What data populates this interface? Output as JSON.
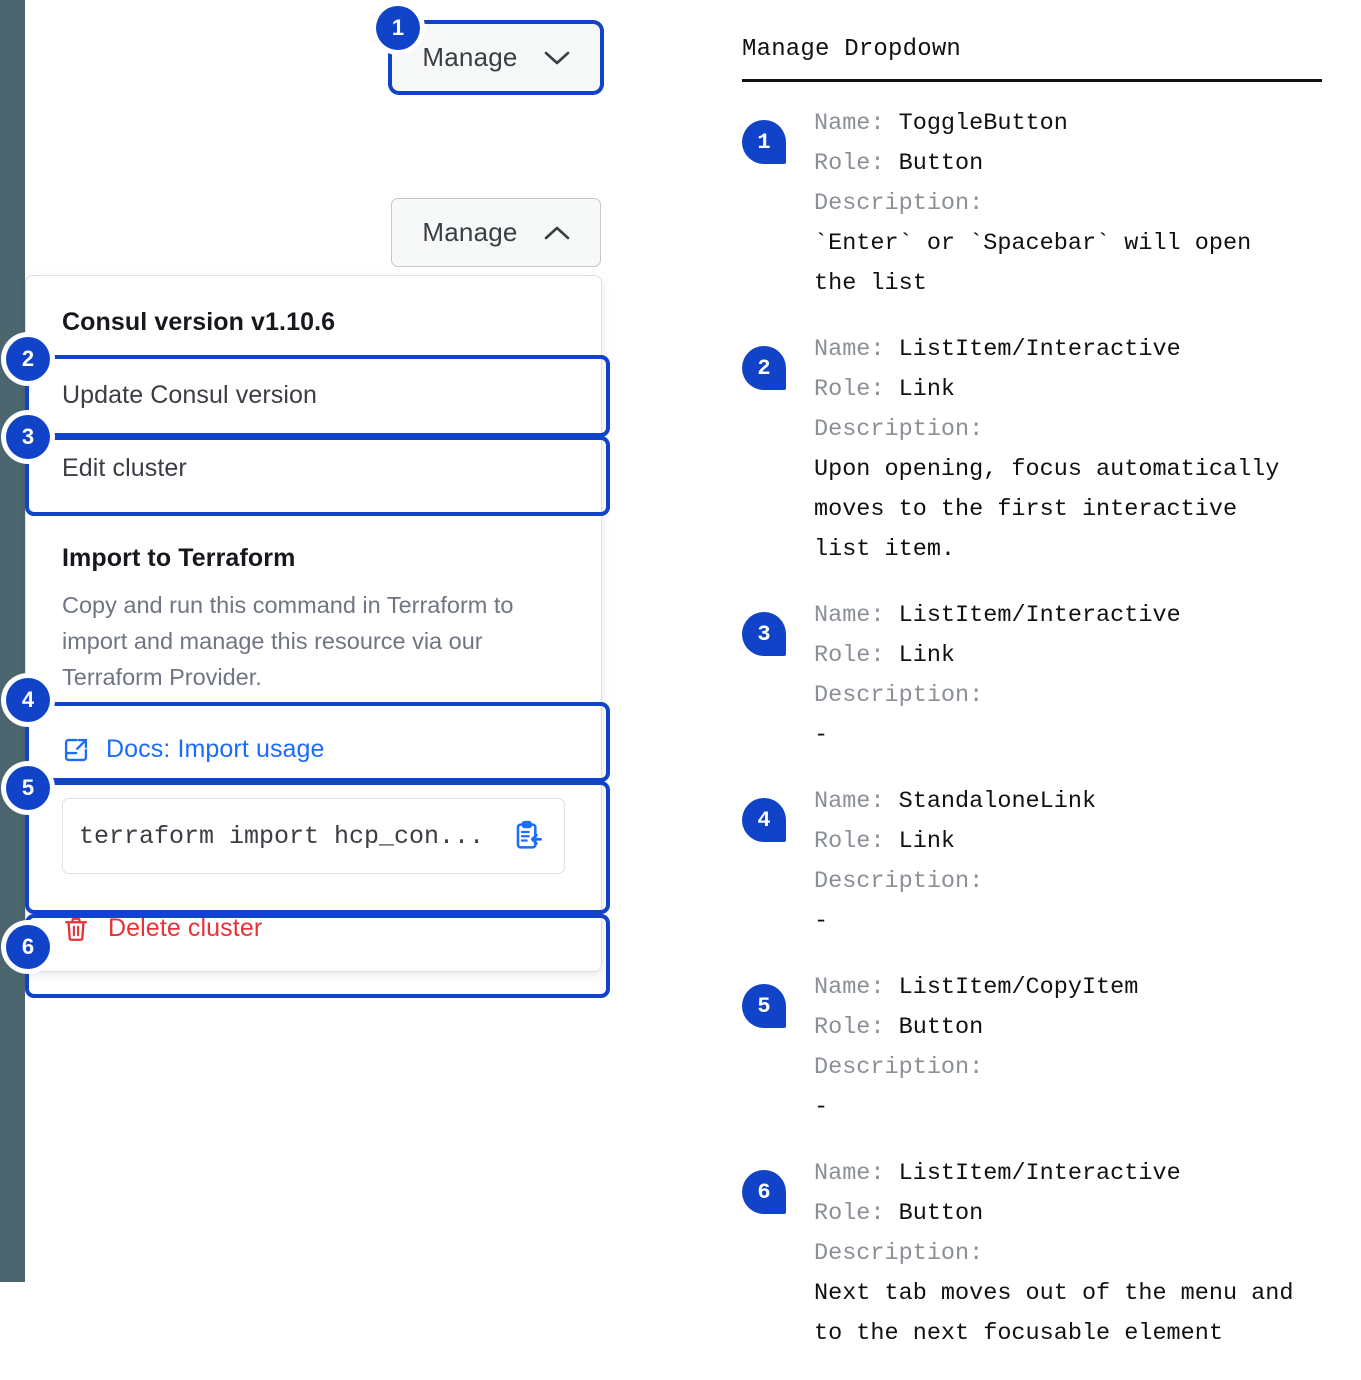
{
  "colors": {
    "accent_blue": "#1143c8",
    "link_blue": "#1c6bff",
    "danger_red": "#e8323a",
    "rail_slate": "#4c6670",
    "muted_gray": "#6f7682"
  },
  "left_panel": {
    "toggle_closed": {
      "label": "Manage",
      "icon": "chevron-down-icon",
      "state": "collapsed",
      "focused": true
    },
    "toggle_open": {
      "label": "Manage",
      "icon": "chevron-up-icon",
      "state": "expanded",
      "focused": false
    },
    "dropdown": {
      "version_heading": "Consul version v1.10.6",
      "items": [
        {
          "label": "Update Consul version",
          "marker": "2"
        },
        {
          "label": "Edit cluster",
          "marker": "3"
        }
      ],
      "terraform": {
        "heading": "Import to Terraform",
        "description": "Copy and run this command in Terraform to import and manage this resource via our Terraform Provider.",
        "docs_link": {
          "label": "Docs: Import usage",
          "icon": "external-link-doc-icon",
          "marker": "4"
        },
        "copy_field": {
          "value": "terraform import hcp_con...",
          "icon": "clipboard-copy-icon",
          "marker": "5"
        }
      },
      "delete": {
        "label": "Delete cluster",
        "icon": "trash-icon",
        "marker": "6"
      }
    },
    "markers": [
      "1",
      "2",
      "3",
      "4",
      "5",
      "6"
    ]
  },
  "right_panel": {
    "title": "Manage Dropdown",
    "labels": {
      "name": "Name:",
      "role": "Role:",
      "description": "Description:"
    },
    "entries": [
      {
        "badge": "1",
        "name": "ToggleButton",
        "role": "Button",
        "description": "`Enter` or `Spacebar` will open\nthe list"
      },
      {
        "badge": "2",
        "name": "ListItem/Interactive",
        "role": "Link",
        "description": "Upon opening, focus automatically\nmoves to the first interactive\nlist item."
      },
      {
        "badge": "3",
        "name": "ListItem/Interactive",
        "role": "Link",
        "description": "-"
      },
      {
        "badge": "4",
        "name": "StandaloneLink",
        "role": "Link",
        "description": "-"
      },
      {
        "badge": "5",
        "name": "ListItem/CopyItem",
        "role": "Button",
        "description": "-"
      },
      {
        "badge": "6",
        "name": "ListItem/Interactive",
        "role": "Button",
        "description": "Next tab moves out of the menu and\nto the next focusable element"
      }
    ]
  }
}
